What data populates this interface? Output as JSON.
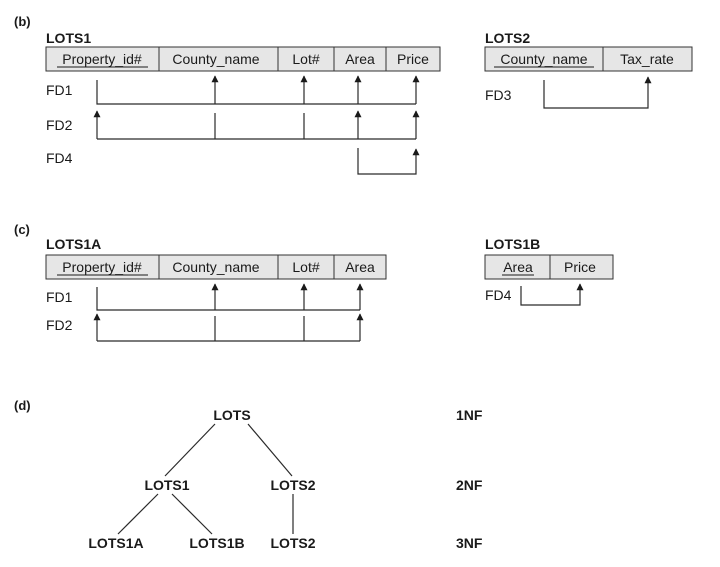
{
  "sections": {
    "b": "(b)",
    "c": "(c)",
    "d": "(d)"
  },
  "lots1": {
    "name": "LOTS1",
    "attrs": [
      "Property_id#",
      "County_name",
      "Lot#",
      "Area",
      "Price"
    ],
    "fds": [
      "FD1",
      "FD2",
      "FD4"
    ]
  },
  "lots2": {
    "name": "LOTS2",
    "attrs": [
      "County_name",
      "Tax_rate"
    ],
    "fds": [
      "FD3"
    ]
  },
  "lots1a": {
    "name": "LOTS1A",
    "attrs": [
      "Property_id#",
      "County_name",
      "Lot#",
      "Area"
    ],
    "fds": [
      "FD1",
      "FD2"
    ]
  },
  "lots1b": {
    "name": "LOTS1B",
    "attrs": [
      "Area",
      "Price"
    ],
    "fds": [
      "FD4"
    ]
  },
  "tree": {
    "root": "LOTS",
    "level2": [
      "LOTS1",
      "LOTS2"
    ],
    "level3": [
      "LOTS1A",
      "LOTS1B",
      "LOTS2"
    ],
    "forms": [
      "1NF",
      "2NF",
      "3NF"
    ]
  }
}
